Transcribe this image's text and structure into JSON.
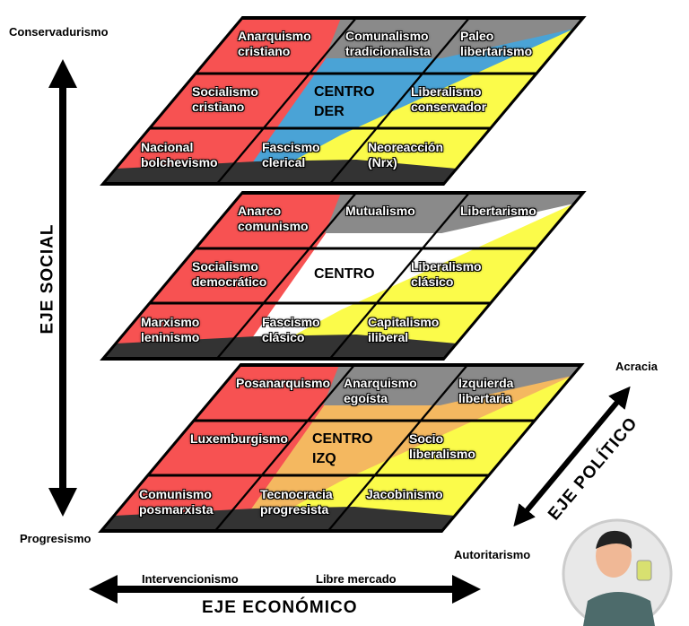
{
  "planes": [
    {
      "name": "conservador",
      "center": [
        "CENTRO",
        "DER"
      ],
      "center_color": "#4aa3d6",
      "cells": [
        [
          "Anarquismo",
          "cristiano"
        ],
        [
          "Comunalismo",
          "tradicionalista"
        ],
        [
          "Paleo",
          "libertarismo"
        ],
        [
          "Socialismo",
          "cristiano"
        ],
        [
          "Liberalismo",
          "conservador"
        ],
        [
          "Nacional",
          "bolchevismo"
        ],
        [
          "Fascismo",
          "clerical"
        ],
        [
          "Neoreacción",
          "(Nrx)"
        ]
      ]
    },
    {
      "name": "centro",
      "center": [
        "CENTRO"
      ],
      "center_color": "#ffffff",
      "cells": [
        [
          "Anarco",
          "comunismo"
        ],
        [
          "Mutualismo"
        ],
        [
          "Libertarismo"
        ],
        [
          "Socialismo",
          "democrático"
        ],
        [
          "Liberalismo",
          "clásico"
        ],
        [
          "Marxismo",
          "leninismo"
        ],
        [
          "Fascismo",
          "clásico"
        ],
        [
          "Capitalismo",
          "iliberal"
        ]
      ]
    },
    {
      "name": "progresista",
      "center": [
        "CENTRO",
        "IZQ"
      ],
      "center_color": "#f4b860",
      "cells": [
        [
          "Posanarquismo"
        ],
        [
          "Anarquismo",
          "egoísta"
        ],
        [
          "Izquierda",
          "libertaria"
        ],
        [
          "Luxemburgismo"
        ],
        [
          "Socio",
          "liberalismo"
        ],
        [
          "Comunismo",
          "posmarxista"
        ],
        [
          "Tecnocracia",
          "progresista"
        ],
        [
          "Jacobinismo"
        ]
      ]
    }
  ],
  "axes": {
    "social": {
      "title": "EJE SOCIAL",
      "top": "Conservadurismo",
      "bottom": "Progresismo"
    },
    "economic": {
      "title": "EJE ECONÓMICO",
      "left": "Intervencionismo",
      "right": "Libre mercado"
    },
    "political": {
      "title": "EJE POLÍTICO",
      "top": "Acracia",
      "bottom": "Autoritarismo"
    }
  },
  "colors": {
    "red": "#f75252",
    "yellow": "#fbfb4a",
    "gray": "#8a8a8a",
    "dark": "#333333"
  }
}
